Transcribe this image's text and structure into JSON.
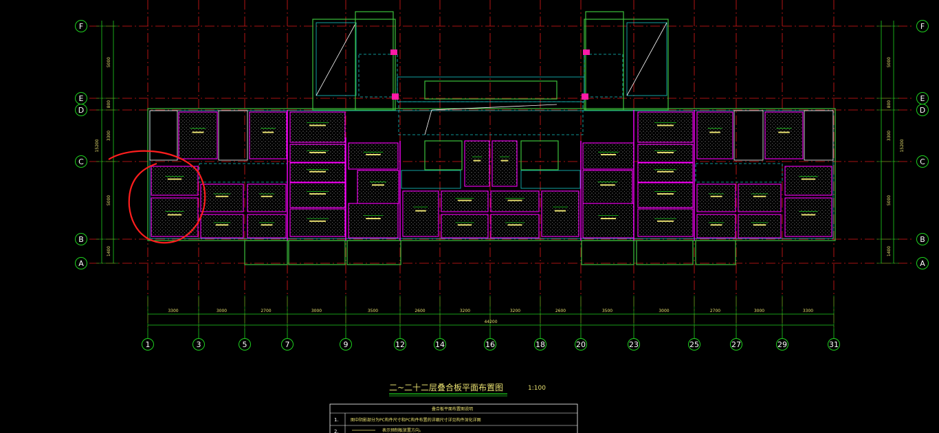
{
  "colors": {
    "grid": "#e01818",
    "bubble": "#1fd21f",
    "dim": "#1fd21f",
    "wall_green": "#3cc03c",
    "beam_cyan": "#17c7c7",
    "slab_magenta": "#ff00ff",
    "column_pink": "#ff1aa6",
    "hatch": "#ffffff",
    "annotation_red": "#ff1e1e",
    "text_yellow": "#e8e070"
  },
  "axes": {
    "rows": [
      "F",
      "E",
      "D",
      "C",
      "B",
      "A"
    ],
    "cols": [
      "1",
      "3",
      "5",
      "7",
      "9",
      "12",
      "14",
      "16",
      "18",
      "20",
      "23",
      "25",
      "27",
      "29",
      "31"
    ]
  },
  "dims": {
    "bottom": [
      "3300",
      "3000",
      "2700",
      "3000",
      "3500",
      "2600",
      "3200",
      "3200",
      "2600",
      "3500",
      "3000",
      "2700",
      "3000",
      "3300"
    ],
    "bottom_total": "44200",
    "left_segments": [
      "5000",
      "800",
      "3300",
      "5000",
      "1400"
    ],
    "left_overall": "15200",
    "right_segments": [
      "5000",
      "800",
      "3300",
      "5000",
      "1400"
    ],
    "right_overall": "15200"
  },
  "title": {
    "main": "二~二十二层叠合板平面布置图",
    "scale": "1:100"
  },
  "notes": {
    "header": "叠合板平面布置图说明",
    "items": [
      {
        "num": "1.",
        "text": "图中阴影部分为PC构件尺寸和PC构件布置的详细尺寸详见构件深化详图"
      },
      {
        "num": "2.",
        "text": "表示预制板放置方向。"
      }
    ]
  }
}
